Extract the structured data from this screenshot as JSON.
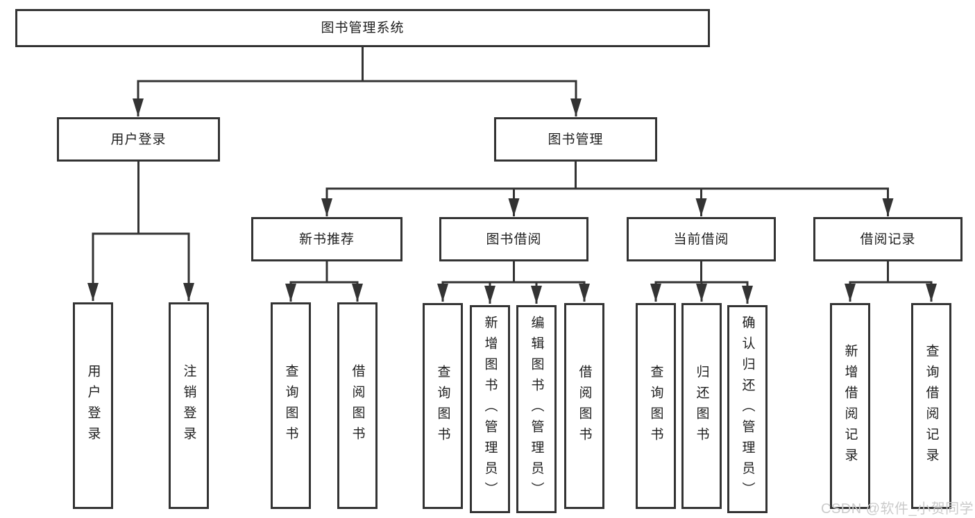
{
  "diagram": {
    "type": "hierarchy-tree",
    "root": {
      "label": "图书管理系统"
    },
    "branches": [
      {
        "label": "用户登录",
        "children": [
          {
            "label": "用户登录"
          },
          {
            "label": "注销登录"
          }
        ]
      },
      {
        "label": "图书管理",
        "children": [
          {
            "label": "新书推荐",
            "children": [
              {
                "label": "查询图书"
              },
              {
                "label": "借阅图书"
              }
            ]
          },
          {
            "label": "图书借阅",
            "children": [
              {
                "label": "查询图书"
              },
              {
                "label": "新增图书（管理员）"
              },
              {
                "label": "编辑图书（管理员）"
              },
              {
                "label": "借阅图书"
              }
            ]
          },
          {
            "label": "当前借阅",
            "children": [
              {
                "label": "查询图书"
              },
              {
                "label": "归还图书"
              },
              {
                "label": "确认归还（管理员）"
              }
            ]
          },
          {
            "label": "借阅记录",
            "children": [
              {
                "label": "新增借阅记录"
              },
              {
                "label": "查询借阅记录"
              }
            ]
          }
        ]
      }
    ]
  },
  "watermark": {
    "text": "CSDN @软件_小贺同学"
  },
  "colors": {
    "line": "#333333",
    "box_border": "#333333",
    "text": "#1e1e1e",
    "background": "#ffffff",
    "watermark_text": "#cbcbcb"
  }
}
